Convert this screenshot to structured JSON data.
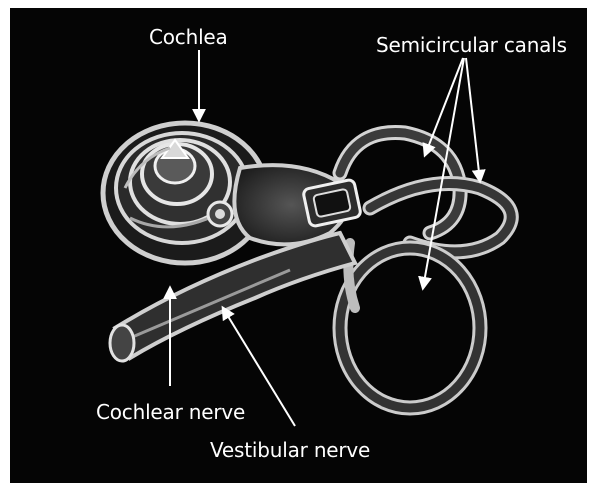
{
  "figure": {
    "labels": {
      "cochlea": "Cochlea",
      "semicircular_canals": "Semicircular canals",
      "cochlear_nerve": "Cochlear nerve",
      "vestibular_nerve": "Vestibular nerve"
    },
    "colors": {
      "background": "#050505",
      "label_text": "#ffffff",
      "arrow": "#ffffff",
      "structure_fill": "#3a3a3a",
      "structure_highlight": "#e6e6e6"
    }
  }
}
